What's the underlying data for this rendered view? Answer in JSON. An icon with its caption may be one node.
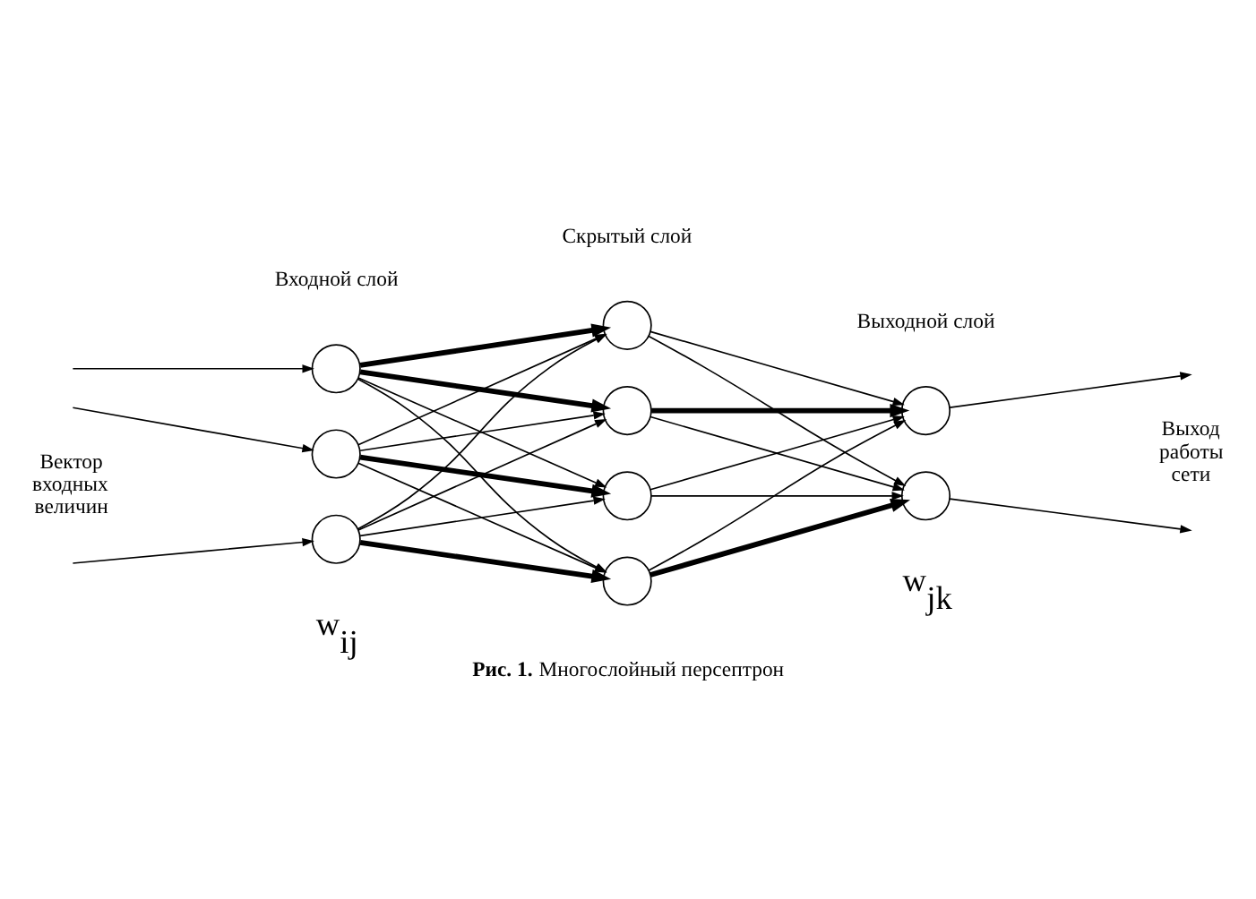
{
  "diagram": {
    "caption": "**Рис. 1.** Многослойный персептрон",
    "nodes": [
      {
        "text": [],
        "shape": "circle"
      },
      {
        "text": [],
        "shape": "circle"
      },
      {
        "text": [],
        "shape": "circle"
      },
      {
        "text": [],
        "shape": "circle"
      },
      {
        "text": [],
        "shape": "circle"
      },
      {
        "text": [],
        "shape": "circle"
      },
      {
        "text": [],
        "shape": "circle"
      },
      {
        "text": [],
        "shape": "circle"
      },
      {
        "text": [],
        "shape": "circle"
      }
    ],
    "edges": [
      {
        "from": null,
        "to": 0,
        "arrow": "to"
      },
      {
        "from": null,
        "to": 1,
        "arrow": "to"
      },
      {
        "from": null,
        "to": 2,
        "arrow": "to"
      },
      {
        "from": 0,
        "to": 3,
        "arrow": "to",
        "style": "thick"
      },
      {
        "from": 0,
        "to": 4,
        "arrow": "to",
        "style": "thick"
      },
      {
        "from": 0,
        "to": 5,
        "arrow": "to"
      },
      {
        "from": 0,
        "to": 6,
        "arrow": "to"
      },
      {
        "from": 1,
        "to": 3,
        "arrow": "to"
      },
      {
        "from": 1,
        "to": 4,
        "arrow": "to"
      },
      {
        "from": 1,
        "to": 5,
        "arrow": "to",
        "style": "thick"
      },
      {
        "from": 1,
        "to": 6,
        "arrow": "to"
      },
      {
        "from": 2,
        "to": 3,
        "arrow": "to"
      },
      {
        "from": 2,
        "to": 4,
        "arrow": "to"
      },
      {
        "from": 2,
        "to": 5,
        "arrow": "to"
      },
      {
        "from": 2,
        "to": 6,
        "arrow": "to",
        "style": "thick"
      },
      {
        "from": 3,
        "to": 7,
        "arrow": "to"
      },
      {
        "from": 3,
        "to": 8,
        "arrow": "to"
      },
      {
        "from": 4,
        "to": 7,
        "arrow": "to",
        "style": "thick"
      },
      {
        "from": 4,
        "to": 8,
        "arrow": "to"
      },
      {
        "from": 5,
        "to": 7,
        "arrow": "to"
      },
      {
        "from": 5,
        "to": 8,
        "arrow": "to"
      },
      {
        "from": 6,
        "to": 7,
        "arrow": "to"
      },
      {
        "from": 6,
        "to": 8,
        "arrow": "to",
        "style": "thick"
      },
      {
        "from": 7,
        "to": null,
        "arrow": "to"
      },
      {
        "from": 8,
        "to": null,
        "arrow": "to"
      }
    ],
    "labels": [
      "Входной слой",
      "Скрытый слой",
      "Выходной слой",
      "Вектор входных величин",
      "Выход работы сети",
      "w$_{ij}$",
      "w$_{jk}$"
    ]
  }
}
